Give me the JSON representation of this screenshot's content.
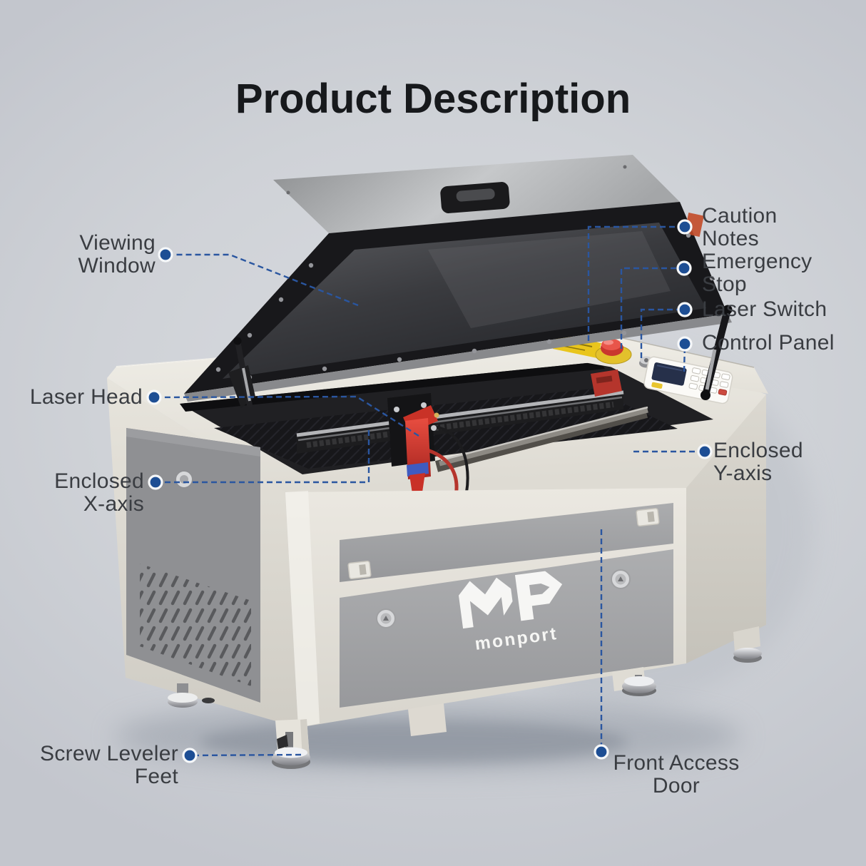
{
  "title": "Product Description",
  "brand": {
    "logo_mark": "MP",
    "logo_text": "monport"
  },
  "callouts": {
    "viewing_window": {
      "line1": "Viewing",
      "line2": "Window"
    },
    "laser_head": {
      "line1": "Laser Head"
    },
    "enclosed_x_axis": {
      "line1": "Enclosed",
      "line2": "X-axis"
    },
    "screw_leveler_feet": {
      "line1": "Screw Leveler",
      "line2": "Feet"
    },
    "caution_notes": {
      "line1": "Caution",
      "line2": "Notes"
    },
    "emergency_stop": {
      "line1": "Emergency",
      "line2": "Stop"
    },
    "laser_switch": {
      "line1": "Laser Switch"
    },
    "control_panel": {
      "line1": "Control Panel"
    },
    "enclosed_y_axis": {
      "line1": "Enclosed",
      "line2": "Y-axis"
    },
    "front_access_door": {
      "line1": "Front Access",
      "line2": "Door"
    }
  },
  "colors": {
    "leader_line": "#2a56a0",
    "leader_dot": "#1d4e94",
    "label_text": "#3a3d42",
    "title_text": "#17191c",
    "machine_body_cream": "#e8e5de",
    "panel_gray": "#a2a3a5",
    "caution_yellow": "#e9c51c",
    "emergency_stop_red": "#c9362e",
    "laser_head_red": "#d23228"
  }
}
